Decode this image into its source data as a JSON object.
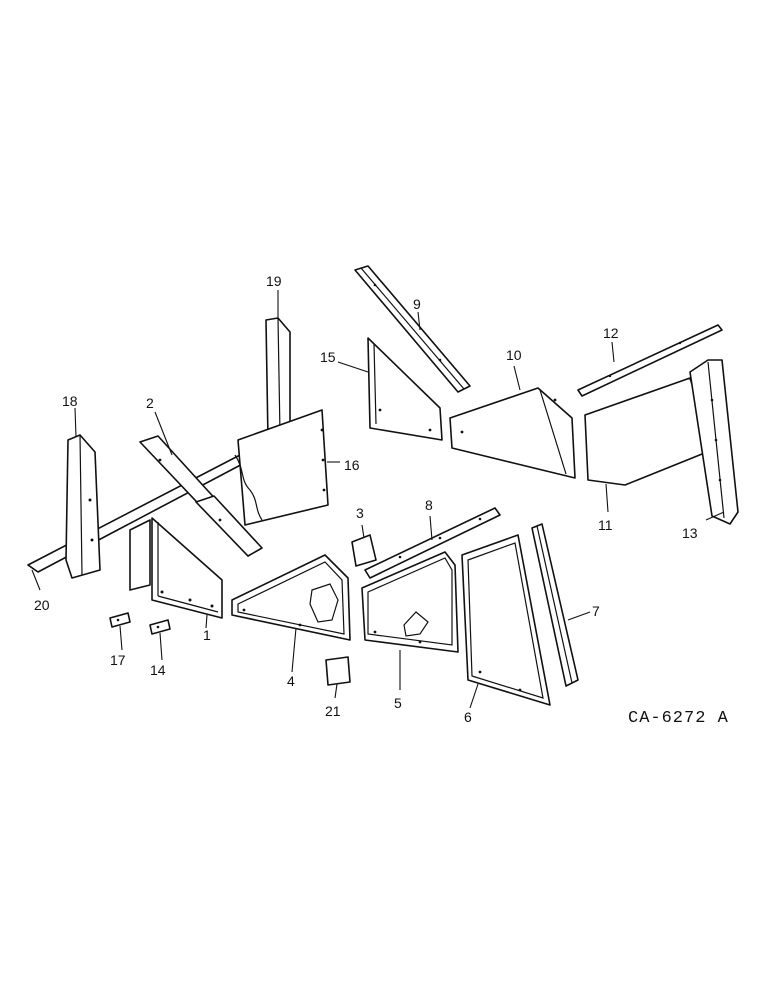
{
  "callouts": {
    "c1": "1",
    "c2": "2",
    "c3": "3",
    "c4": "4",
    "c5": "5",
    "c6": "6",
    "c7": "7",
    "c8": "8",
    "c9": "9",
    "c10": "10",
    "c11": "11",
    "c12": "12",
    "c13": "13",
    "c14": "14",
    "c15": "15",
    "c16": "16",
    "c17": "17",
    "c18": "18",
    "c19": "19",
    "c20": "20",
    "c21": "21"
  },
  "drawing_ref": "CA-6272 A",
  "colors": {
    "ink": "#111111",
    "paper": "#ffffff"
  }
}
